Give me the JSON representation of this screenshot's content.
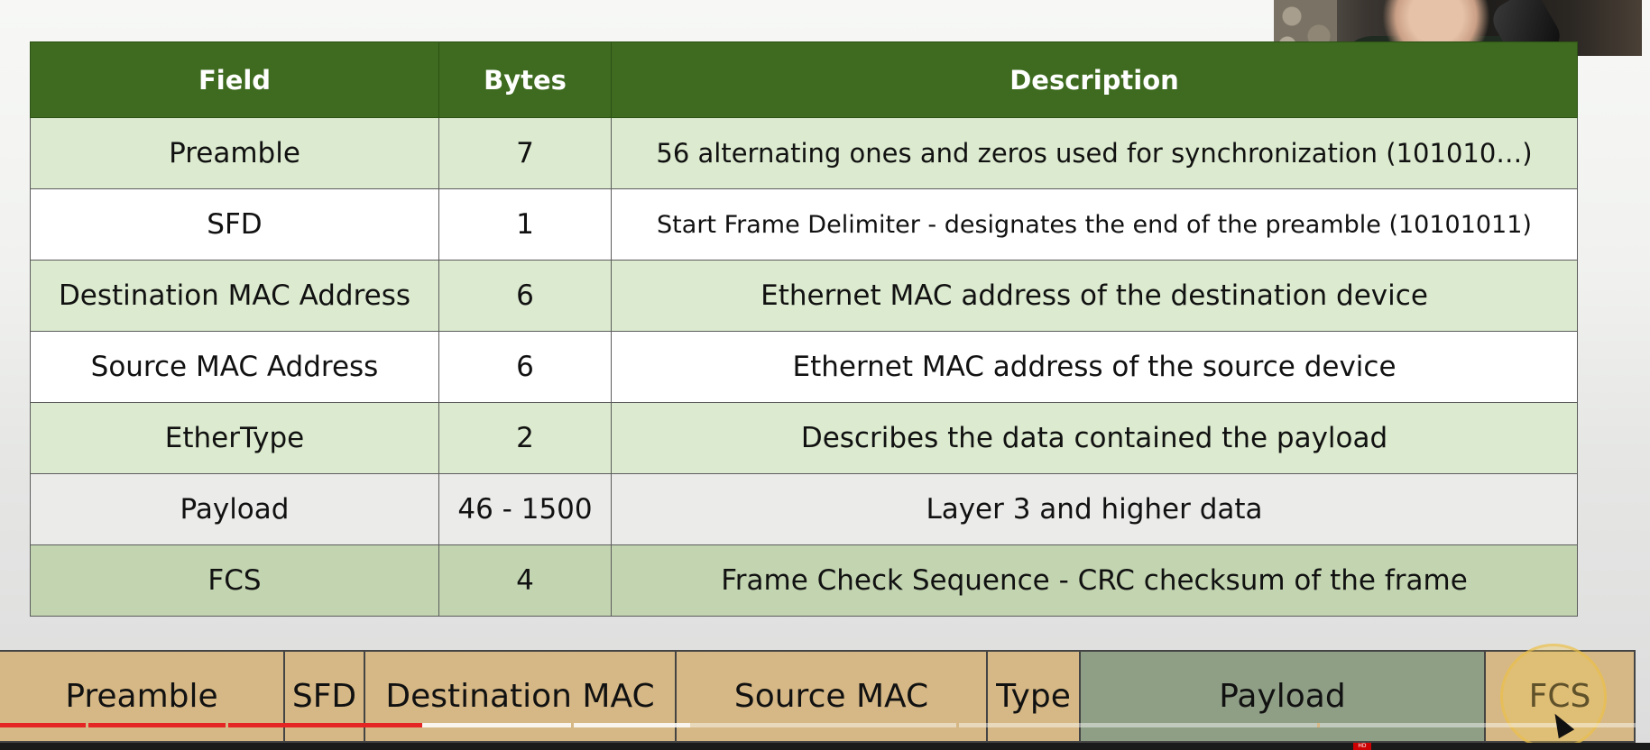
{
  "table": {
    "headers": [
      "Field",
      "Bytes",
      "Description"
    ],
    "rows": [
      {
        "field": "Preamble",
        "bytes": "7",
        "description": "56 alternating ones and zeros used for synchronization (101010…)"
      },
      {
        "field": "SFD",
        "bytes": "1",
        "description": "Start Frame Delimiter - designates the end of the preamble (10101011)"
      },
      {
        "field": "Destination MAC Address",
        "bytes": "6",
        "description": "Ethernet MAC address of the destination device"
      },
      {
        "field": "Source MAC Address",
        "bytes": "6",
        "description": "Ethernet MAC address of the source device"
      },
      {
        "field": "EtherType",
        "bytes": "2",
        "description": "Describes the data contained the payload"
      },
      {
        "field": "Payload",
        "bytes": "46 - 1500",
        "description": "Layer 3 and higher data"
      },
      {
        "field": "FCS",
        "bytes": "4",
        "description": "Frame Check Sequence - CRC checksum of the frame"
      }
    ]
  },
  "frame_diagram": {
    "segments": [
      "Preamble",
      "SFD",
      "Destination MAC",
      "Source MAC",
      "Type",
      "Payload",
      "FCS"
    ]
  },
  "player": {
    "hd_label": "HD",
    "progress_fraction": 0.258
  },
  "colors": {
    "header_green": "#3e6b1f",
    "row_light_green": "#dcebcf",
    "segment_tan": "#d6b886",
    "segment_payload_green": "#8f9f86",
    "progress_red": "#e52424"
  }
}
